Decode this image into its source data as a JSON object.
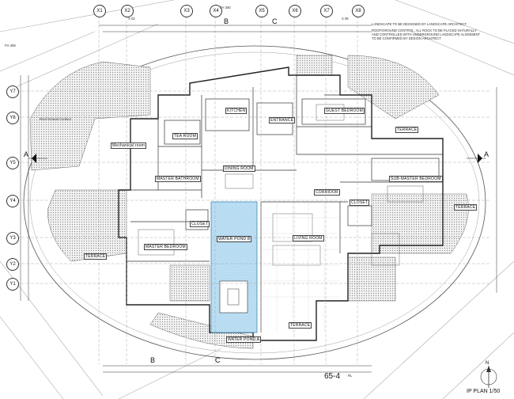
{
  "grid_columns": [
    "X1",
    "X2",
    "X3",
    "X4",
    "X5",
    "X6",
    "X7",
    "X8"
  ],
  "grid_rows": [
    "Y7",
    "Y6",
    "Y5",
    "Y4",
    "Y3",
    "Y2",
    "Y1"
  ],
  "grid_sub_labels": [
    "X 02",
    "X 08",
    "FH 360",
    "FH 359"
  ],
  "rooms": {
    "kitchen": "KITCHEN",
    "entrance": "ENTRANCE",
    "guest_bedroom": "GUEST BEDROOM",
    "terrace_ne": "TERRACE",
    "tea_room": "TEA ROOM",
    "mechanical": "Mechanical room",
    "dining_room": "DINING ROOM",
    "master_bathroom": "MASTER BATHROOM",
    "corridor": "CORRIDOR",
    "sub_master_bedroom": "SUB-MASTER BEDROOM",
    "terrace_e": "TERRACE",
    "closet_w": "CLOSET",
    "closet_e": "CLOSET",
    "water_pond_b": "WATER POND B",
    "living_room": "LIVING ROOM",
    "master_bedroom": "MASTER BEDROOM",
    "terrace_w": "TERRACE",
    "terrace_s": "TERRACE",
    "water_pond_a": "WATER POND A"
  },
  "notes": {
    "top_right_1": "LANDSCAPE TO BE DESIGNED BY LANDSCAPE ARCHITECT",
    "top_right_2": "ROOF/GROUND CONTROL: ALL ROCK TO BE PLACED NATURALLY",
    "top_right_3": "AND CONTROLLED WITH UNDERGROUND LANDSCAPE ALIGNMENT",
    "top_right_4": "TO BE CONFIRMED BY DESIGN ARCHITECT",
    "roof_ground": "Roof Ground Contour"
  },
  "section_marks": [
    "A",
    "A",
    "B",
    "B",
    "C",
    "C"
  ],
  "level_label": "65-4",
  "level_sub": "RL",
  "plan_title": "IP PLAN 1/50",
  "north_label": "N"
}
